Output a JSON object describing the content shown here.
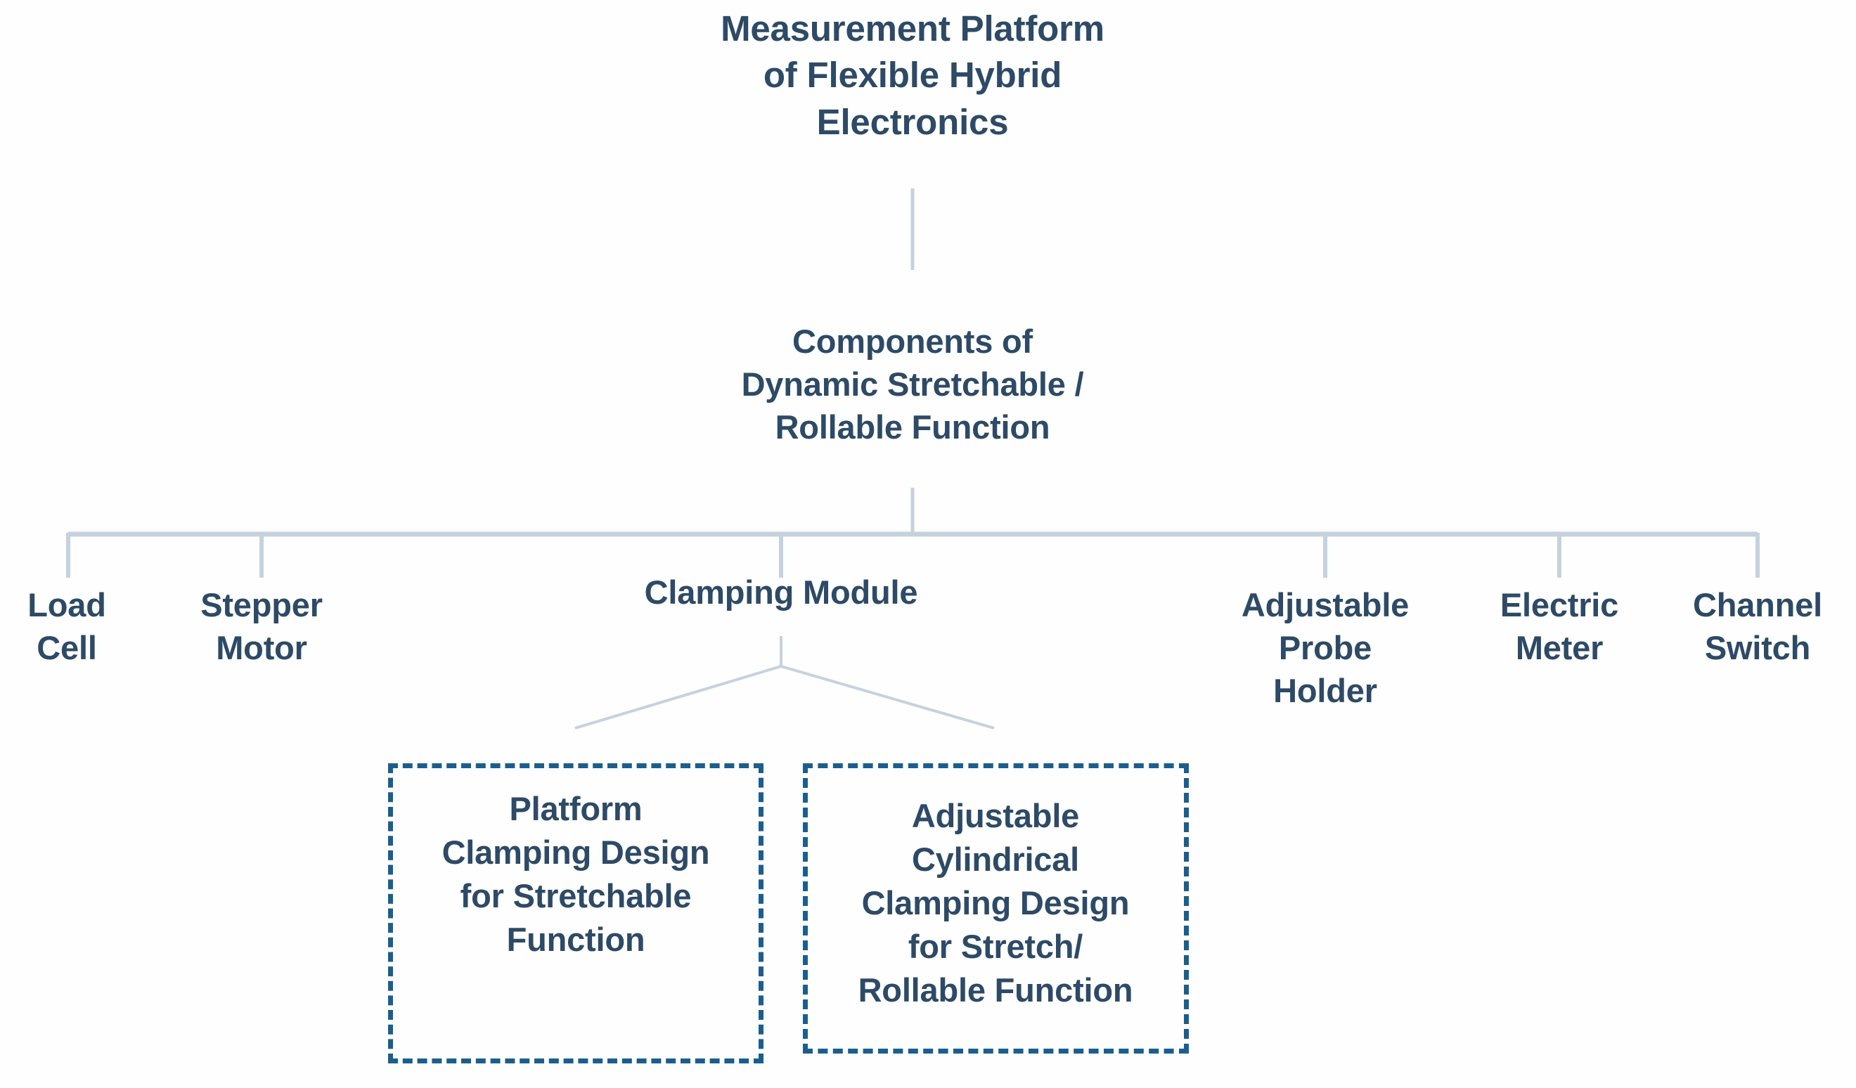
{
  "diagram": {
    "type": "hierarchy-tree",
    "background_color": "#fefefe",
    "node_text_color": "#2d4a66",
    "connector_color": "#c5d2de",
    "dashed_border_color": "#1b5e8e",
    "root": {
      "label": "Measurement Platform\nof Flexible Hybrid\nElectronics"
    },
    "level2": {
      "label": "Components of\nDynamic Stretchable /\nRollable Function"
    },
    "leaves": [
      {
        "id": "load-cell",
        "label": "Load\nCell"
      },
      {
        "id": "stepper-motor",
        "label": "Stepper\nMotor"
      },
      {
        "id": "clamping-module",
        "label": "Clamping Module"
      },
      {
        "id": "probe-holder",
        "label": "Adjustable\nProbe\nHolder"
      },
      {
        "id": "electric-meter",
        "label": "Electric\nMeter"
      },
      {
        "id": "channel-switch",
        "label": "Channel\nSwitch"
      }
    ],
    "clamping_children": [
      {
        "id": "platform-clamping",
        "label": "Platform\nClamping Design\nfor Stretchable\nFunction"
      },
      {
        "id": "cylindrical-clamping",
        "label": "Adjustable\nCylindrical\nClamping Design\nfor Stretch/\nRollable Function"
      }
    ]
  }
}
